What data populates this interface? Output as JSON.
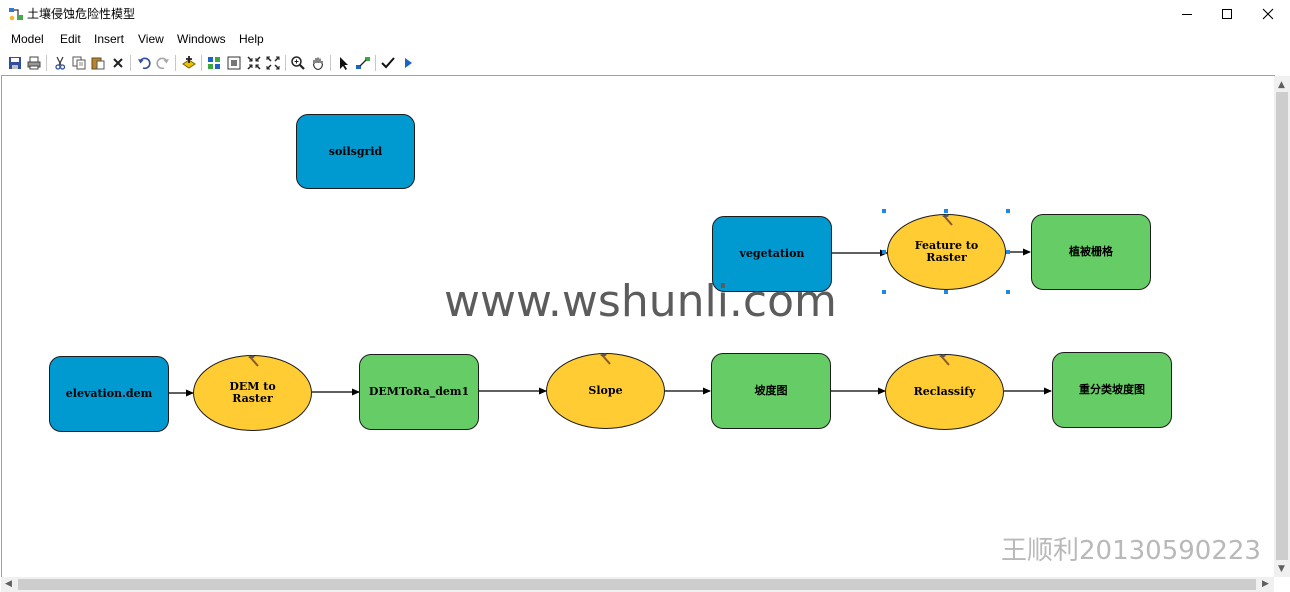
{
  "window": {
    "title": "土壤侵蚀危险性模型",
    "controls": {
      "minimize": "minimize-icon",
      "maximize": "maximize-icon",
      "close": "close-icon"
    }
  },
  "menu": [
    "Model",
    "Edit",
    "Insert",
    "View",
    "Windows",
    "Help"
  ],
  "toolbar": [
    "save-icon",
    "print-icon",
    "cut-icon",
    "copy-icon",
    "paste-icon",
    "delete-icon",
    "undo-icon",
    "redo-icon",
    "add-data-icon",
    "auto-layout-icon",
    "full-extent-icon",
    "fixed-zoom-in-icon",
    "fixed-zoom-out-icon",
    "zoom-in-icon",
    "pan-icon",
    "select-icon",
    "connect-icon",
    "validate-icon",
    "run-icon"
  ],
  "model": {
    "nodes": {
      "soilsgrid": {
        "label": "soilsgrid",
        "kind": "input-data"
      },
      "vegetation": {
        "label": "vegetation",
        "kind": "input-data"
      },
      "feature_to_raster": {
        "label1": "Feature to",
        "label2": "Raster",
        "kind": "tool",
        "selected": true
      },
      "veg_grid": {
        "label": "植被栅格",
        "kind": "derived-data"
      },
      "elevation": {
        "label": "elevation.dem",
        "kind": "input-data"
      },
      "dem_to_raster": {
        "label1": "DEM to",
        "label2": "Raster",
        "kind": "tool"
      },
      "dem_out": {
        "label": "DEMToRa_dem1",
        "kind": "derived-data"
      },
      "slope": {
        "label": "Slope",
        "kind": "tool"
      },
      "slope_map": {
        "label": "坡度图",
        "kind": "derived-data"
      },
      "reclassify": {
        "label": "Reclassify",
        "kind": "tool"
      },
      "reclass_slope": {
        "label": "重分类坡度图",
        "kind": "derived-data"
      }
    },
    "connections": [
      [
        "vegetation",
        "feature_to_raster"
      ],
      [
        "feature_to_raster",
        "veg_grid"
      ],
      [
        "elevation",
        "dem_to_raster"
      ],
      [
        "dem_to_raster",
        "dem_out"
      ],
      [
        "dem_out",
        "slope"
      ],
      [
        "slope",
        "slope_map"
      ],
      [
        "slope_map",
        "reclassify"
      ],
      [
        "reclassify",
        "reclass_slope"
      ]
    ]
  },
  "colors": {
    "input_data": "#0099d0",
    "derived_data": "#66cc66",
    "tool": "#ffcc33",
    "selection": "#1e88e5"
  },
  "watermark": "www.wshunli.com",
  "signature": "王顺利20130590223"
}
